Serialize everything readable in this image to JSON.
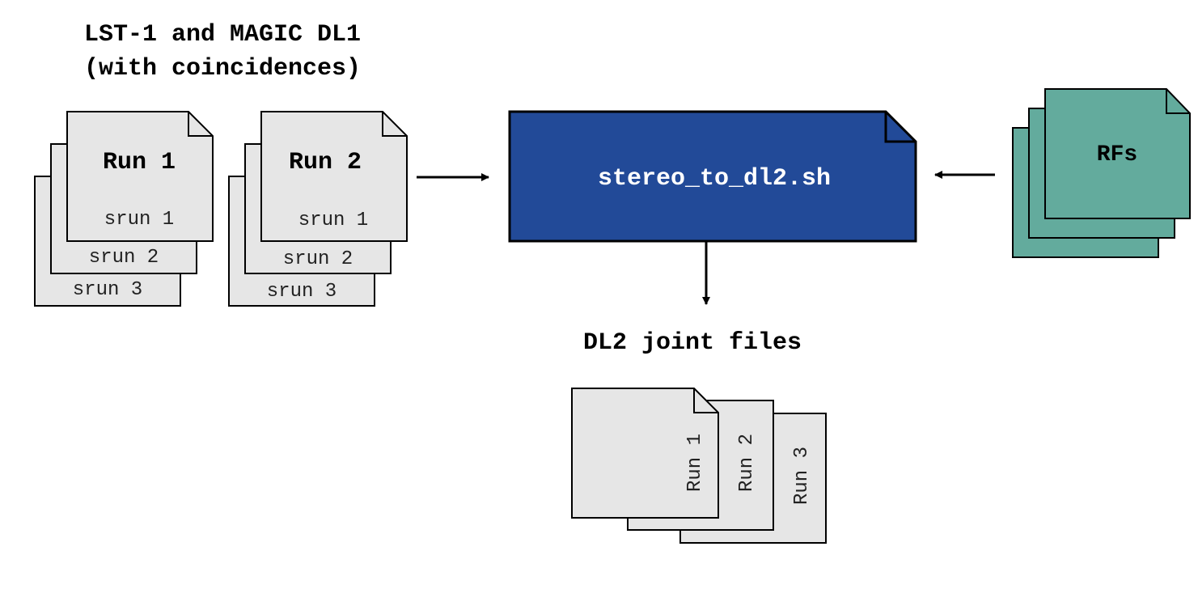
{
  "input": {
    "title_line1": "LST-1 and MAGIC DL1",
    "title_line2": "(with coincidences)",
    "run1": {
      "label": "Run 1",
      "subruns": [
        "srun 1",
        "srun 2",
        "srun 3"
      ]
    },
    "run2": {
      "label": "Run 2",
      "subruns": [
        "srun 1",
        "srun 2",
        "srun 3"
      ]
    }
  },
  "script": {
    "label": "stereo_to_dl2.sh",
    "fill": "#224a98"
  },
  "models": {
    "label": "RFs",
    "fill": "#63ab9d"
  },
  "output": {
    "title": "DL2 joint files",
    "files": [
      "Run 1",
      "Run 2",
      "Run 3"
    ]
  },
  "colors": {
    "doc_fill": "#e6e6e6",
    "stroke": "#000000"
  }
}
